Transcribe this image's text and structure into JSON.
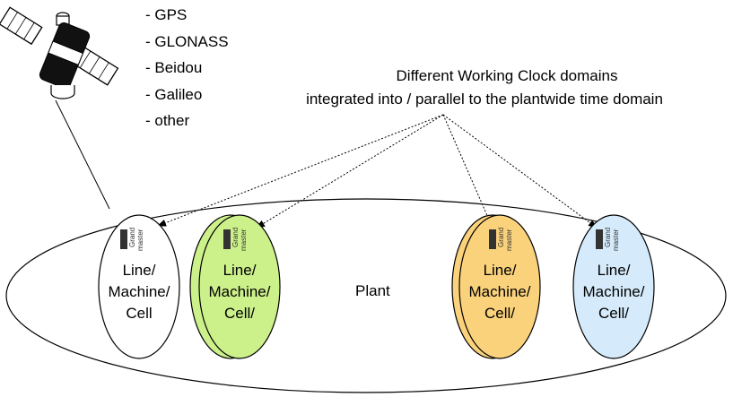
{
  "satellite_systems": [
    "- GPS",
    "- GLONASS",
    "- Beidou",
    "- Galileo",
    "- other"
  ],
  "title": {
    "line1": "Different Working Clock domains",
    "line2": "integrated into / parallel to the plantwide time domain"
  },
  "plant_label": "Plant",
  "grandmaster_label": [
    "Grand",
    "master"
  ],
  "cells": [
    {
      "lines": [
        "Line/",
        "Machine/",
        "Cell"
      ],
      "fill": "#ffffff",
      "stacked": false
    },
    {
      "lines": [
        "Line/",
        "Machine/",
        "Cell/"
      ],
      "fill": "#ccf08a",
      "stacked": true
    },
    {
      "lines": [
        "Line/",
        "Machine/",
        "Cell/"
      ],
      "fill": "#fbd27c",
      "stacked": true
    },
    {
      "lines": [
        "Line/",
        "Machine/",
        "Cell/"
      ],
      "fill": "#d5ebfb",
      "stacked": false
    }
  ],
  "colors": {
    "satellite_body": "#111111",
    "satellite_panel": "#ffffff",
    "stroke": "#000000"
  }
}
